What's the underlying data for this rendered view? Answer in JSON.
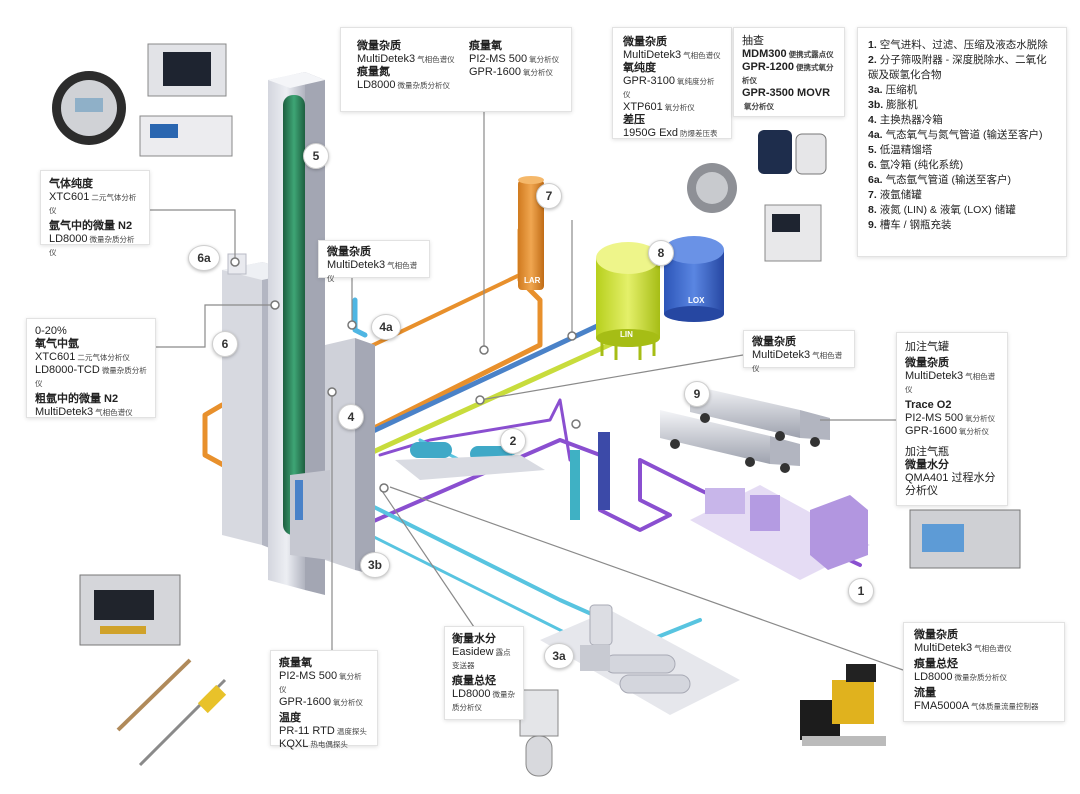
{
  "callouts": {
    "top_center": {
      "col1": [
        {
          "h": "微量杂质",
          "color": "green"
        },
        {
          "t": "MultiDetek3",
          "s": "气相色谱仪"
        },
        {
          "h": "痕量氮",
          "color": "red"
        },
        {
          "t": "LD8000",
          "s": "微量杂质分析仪"
        }
      ],
      "col2": [
        {
          "h": "痕量氧",
          "color": "blue"
        },
        {
          "t": "PI2-MS 500",
          "s": "氧分析仪"
        },
        {
          "t": "GPR-1600",
          "s": "氧分析仪"
        }
      ]
    },
    "top_right_mid": [
      {
        "h": "微量杂质",
        "color": "green"
      },
      {
        "t": "MultiDetek3",
        "s": "气相色谱仪"
      },
      {
        "h": "氧纯度",
        "color": "blue"
      },
      {
        "t": "GPR-3100",
        "s": "氧纯度分析仪"
      },
      {
        "t": "XTP601",
        "s": "氧分析仪"
      },
      {
        "h": "差压",
        "color": "purple"
      },
      {
        "t": "1950G Exd",
        "s": "防爆差压表"
      }
    ],
    "top_right_sample": [
      {
        "h": "抽查",
        "color": "plain"
      },
      {
        "t": "MDM300",
        "s": "便携式露点仪",
        "bold": true
      },
      {
        "t": "GPR-1200",
        "s": "便携式氧分析仪",
        "bold": true
      },
      {
        "t": "GPR-3500 MOVR",
        "s": "氧分析仪",
        "bold": true
      }
    ],
    "gas_purity": [
      {
        "h": "气体纯度",
        "color": "red"
      },
      {
        "t": "XTC601",
        "s": "二元气体分析仪"
      },
      {
        "h": "氩气中的微量 N2",
        "color": "red"
      },
      {
        "t": "LD8000",
        "s": "微量杂质分析仪"
      }
    ],
    "mid_trace": [
      {
        "h": "微量杂质",
        "color": "green"
      },
      {
        "t": "MultiDetek3",
        "s": "气相色谱仪"
      }
    ],
    "argon": [
      {
        "h": "0-20%",
        "color": "plain"
      },
      {
        "h": "氧气中氩",
        "color": "red"
      },
      {
        "t": "XTC601",
        "s": "二元气体分析仪"
      },
      {
        "t": "LD8000-TCD",
        "s": "微量杂质分析仪"
      },
      {
        "h": "粗氩中的微量 N2",
        "color": "red"
      },
      {
        "t": "MultiDetek3",
        "s": "气相色谱仪"
      }
    ],
    "lin_trace": [
      {
        "h": "微量杂质",
        "color": "green"
      },
      {
        "t": "MultiDetek3",
        "s": "气相色谱仪"
      }
    ],
    "tank_fill": [
      {
        "h": "加注气罐",
        "color": "plain"
      },
      {
        "h": "微量杂质",
        "color": "green"
      },
      {
        "t": "MultiDetek3",
        "s": "气相色谱仪"
      },
      {
        "h": "Trace O2",
        "color": "blue"
      },
      {
        "t": "PI2-MS 500",
        "s": "氧分析仪"
      },
      {
        "t": "GPR-1600",
        "s": "氧分析仪"
      },
      {
        "h": "加注气瓶",
        "color": "plain"
      },
      {
        "h": "微量水分",
        "color": "purple"
      },
      {
        "t": "QMA401 过程水分分析仪",
        "s": ""
      }
    ],
    "bottom_oxygen": [
      {
        "h": "痕量氧",
        "color": "blue"
      },
      {
        "t": "PI2-MS 500",
        "s": "氧分析仪"
      },
      {
        "t": "GPR-1600",
        "s": "氧分析仪"
      },
      {
        "h": "温度",
        "color": "blue"
      },
      {
        "t": "PR-11 RTD",
        "s": "温度探头"
      },
      {
        "t": "KQXL",
        "s": "热电偶探头"
      }
    ],
    "bottom_moisture": [
      {
        "h": "衡量水分",
        "color": "green"
      },
      {
        "t": "Easidew",
        "s": "露点变送器"
      },
      {
        "h": "痕量总烃",
        "color": "green"
      },
      {
        "t": "LD8000",
        "s": "微量杂质分析仪"
      }
    ],
    "bottom_right": [
      {
        "h": "微量杂质",
        "color": "green"
      },
      {
        "t": "MultiDetek3",
        "s": "气相色谱仪"
      },
      {
        "h": "痕量总烃",
        "color": "green"
      },
      {
        "t": "LD8000",
        "s": "微量杂质分析仪"
      },
      {
        "h": "流量",
        "color": "purple"
      },
      {
        "t": "FMA5000A",
        "s": "气体质量流量控制器"
      }
    ]
  },
  "legend": [
    {
      "num": "1.",
      "text": "空气进料、过滤、压缩及液态水脱除"
    },
    {
      "num": "2.",
      "text": "分子筛吸附器 - 深度脱除水、二氧化碳及碳氢化合物"
    },
    {
      "num": "3a.",
      "text": "压缩机"
    },
    {
      "num": "3b.",
      "text": "膨胀机"
    },
    {
      "num": "4.",
      "text": "主换热器冷箱"
    },
    {
      "num": "4a.",
      "text": "气态氧气与氮气管道 (输送至客户)"
    },
    {
      "num": "5.",
      "text": "低温精馏塔"
    },
    {
      "num": "6.",
      "text": "氩冷箱 (纯化系统)"
    },
    {
      "num": "6a.",
      "text": "气态氩气管道 (输送至客户)"
    },
    {
      "num": "7.",
      "text": "液氩储罐"
    },
    {
      "num": "8.",
      "text": "液氮 (LIN) & 液氧 (LOX) 储罐"
    },
    {
      "num": "9.",
      "text": "槽车 / 钢瓶充装"
    }
  ],
  "badges": {
    "b1": "1",
    "b2": "2",
    "b3a": "3a",
    "b3b": "3b",
    "b4": "4",
    "b4a": "4a",
    "b5": "5",
    "b6": "6",
    "b6a": "6a",
    "b7": "7",
    "b8": "8",
    "b9": "9"
  },
  "tanks": {
    "lar": "LAR",
    "lin": "LIN",
    "lox": "LOX"
  },
  "colors": {
    "green_heading": "#3b9a2a",
    "red_heading": "#c0282d",
    "blue_heading": "#1a8fd0",
    "purple_heading": "#7b3ea8",
    "pipe_orange": "#e8902c",
    "pipe_blue": "#4a82c8",
    "pipe_yellowgreen": "#c8dc3c",
    "pipe_purple": "#8a4fd0",
    "pipe_cyan": "#58c4e0",
    "column_green": "#2f7d5a",
    "cold_box": "#b9bcc8"
  }
}
